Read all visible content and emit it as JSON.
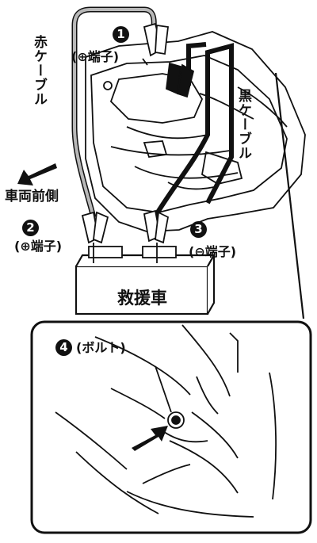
{
  "labels": {
    "red_cable": "赤ケーブル",
    "black_cable": "黒ケーブル",
    "vehicle_front": "車両前側",
    "rescue_vehicle": "救援車",
    "step1_marker": "1",
    "step1_text": "(⊕端子)",
    "step2_marker": "2",
    "step2_text": "(⊕端子)",
    "step3_marker": "3",
    "step3_text": "(⊖端子)",
    "step4_marker": "4",
    "step4_text": "(ボルト)"
  },
  "colors": {
    "red_cable": "#b8b8b8",
    "black_cable": "#111111",
    "outline": "#111111",
    "background": "#ffffff"
  },
  "icons": {
    "direction_arrow": "arrow-left-down",
    "bolt_pointer_arrow": "arrow-up-right"
  }
}
